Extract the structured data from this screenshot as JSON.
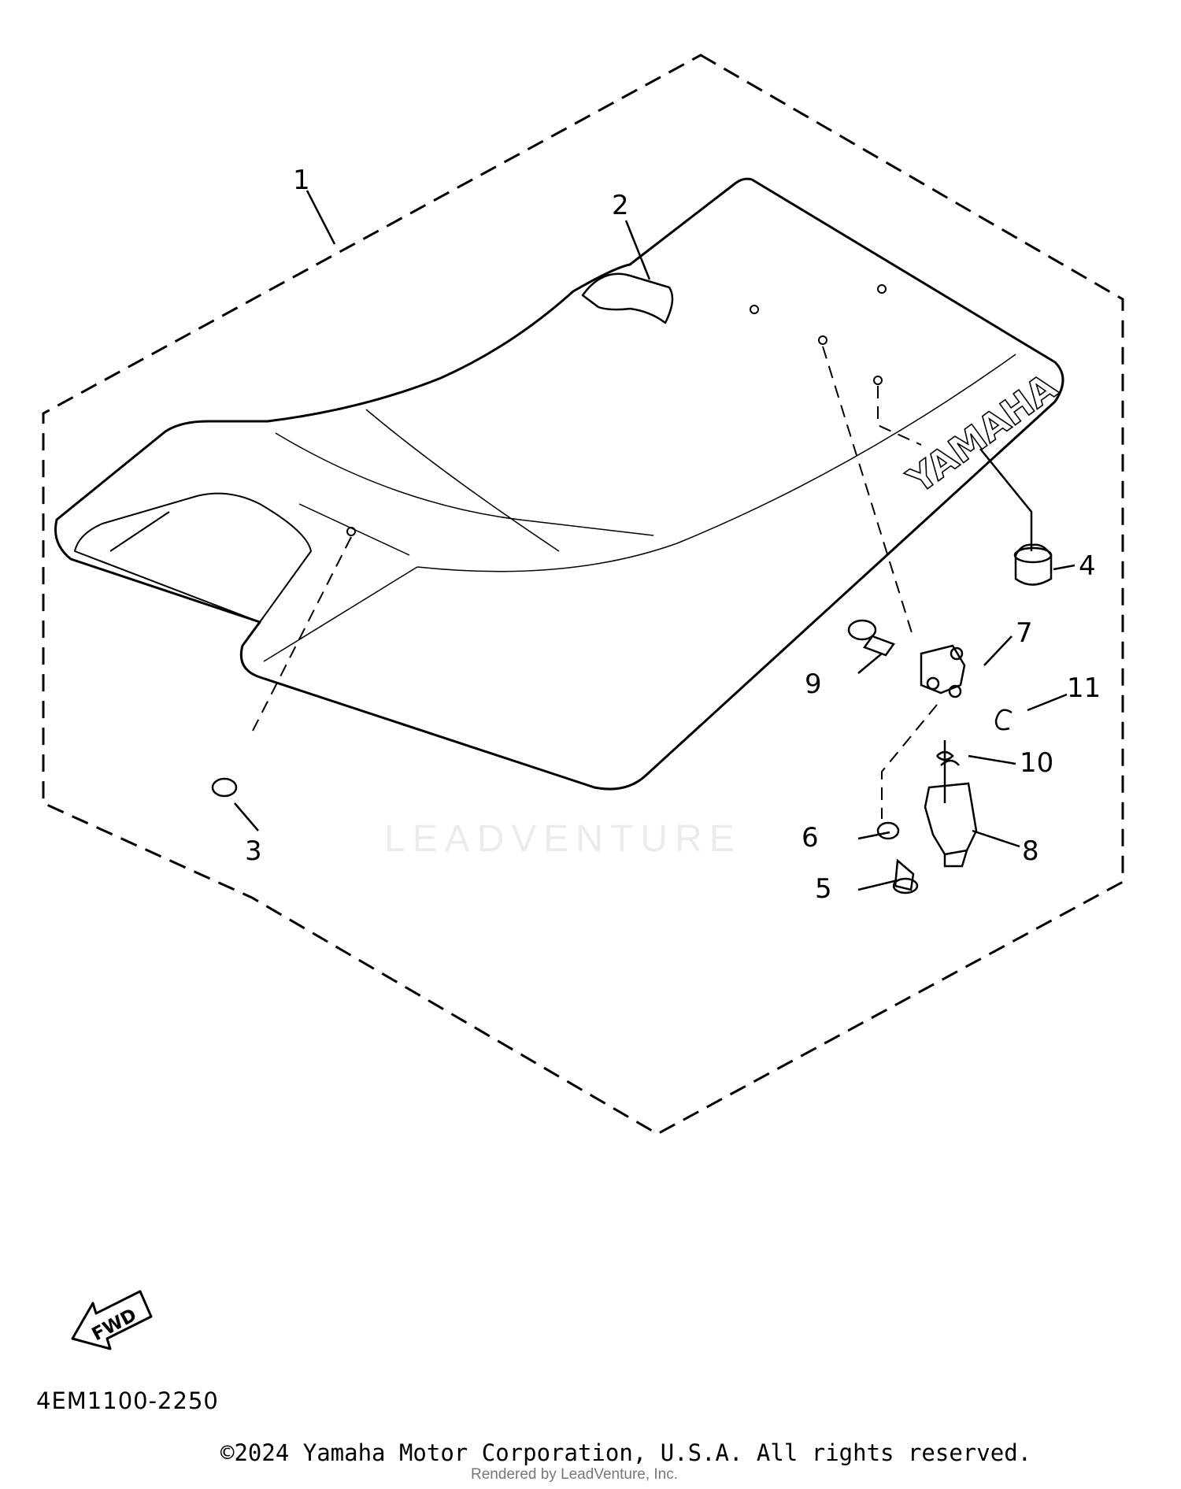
{
  "diagram": {
    "code": "4EM1100-2250",
    "copyright": "©2024 Yamaha Motor Corporation, U.S.A. All rights reserved.",
    "rendered_by": "Rendered by LeadVenture, Inc.",
    "watermark": "LEADVENTURE",
    "seat_brand": "YAMAHA",
    "fwd_label": "FWD",
    "callouts": {
      "c1": "1",
      "c2": "2",
      "c3": "3",
      "c4": "4",
      "c5": "5",
      "c6": "6",
      "c7": "7",
      "c8": "8",
      "c9": "9",
      "c10": "10",
      "c11": "11"
    }
  }
}
